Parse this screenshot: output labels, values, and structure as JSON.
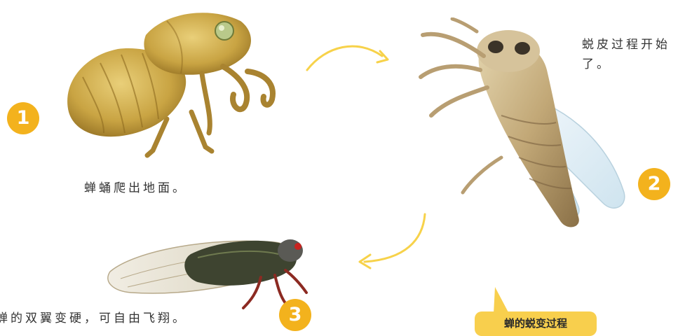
{
  "colors": {
    "badge": "#f3b21d",
    "arrow": "#f7d24a",
    "tag": "#f8cf4d"
  },
  "steps": [
    {
      "number": "1",
      "caption": "蝉蛹爬出地面。",
      "image": "cicada-nymph-illustration"
    },
    {
      "number": "2",
      "caption": "蜕皮过程开始了。",
      "image": "molting-cicada-illustration"
    },
    {
      "number": "3",
      "caption": "蝉的双翼变硬，可自由飞翔。",
      "image": "adult-cicada-illustration"
    }
  ],
  "tag": {
    "label": "蝉的蜕变过程"
  }
}
